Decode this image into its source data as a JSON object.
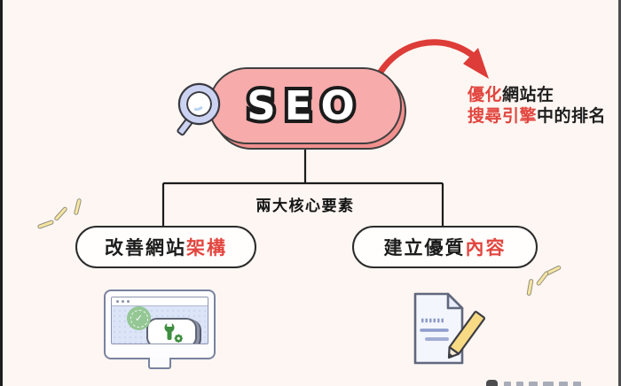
{
  "diagram": {
    "topic": "SEO",
    "background_color": "#fdf6f2",
    "accent_color": "#e2453e",
    "pill_color": "#f8abab",
    "pill_shadow_color": "#f1908e",
    "yellow_spark_color": "#f6e5a1"
  },
  "pill": {
    "label": "SEO"
  },
  "annotation": {
    "line1_accent": "優化",
    "line1_rest": "網站在",
    "line2_accent": "搜尋引擎",
    "line2_rest": "中的排名"
  },
  "tree": {
    "label": "兩大核心要素"
  },
  "branches": {
    "left": {
      "prefix": "改善網站",
      "accent": "架構"
    },
    "right": {
      "prefix": "建立優質",
      "accent": "內容"
    }
  },
  "icons": {
    "magnifier": "magnifying-glass",
    "arrow": "curved-red-arrow",
    "monitor": "website-structure-monitor",
    "monitor_check": "✓",
    "document": "content-document-pencil",
    "sparks": "emphasis-strokes",
    "watermark": "partial-logo-cropped"
  }
}
